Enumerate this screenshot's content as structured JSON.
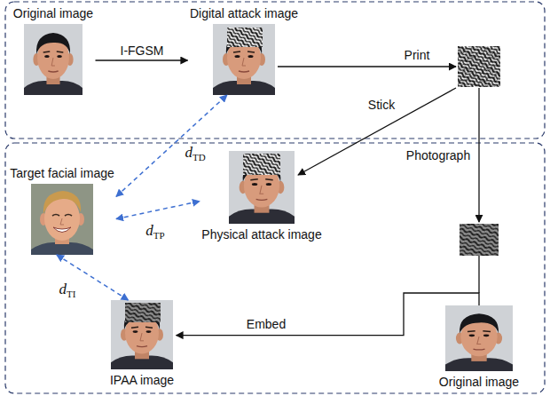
{
  "diagram": {
    "nodes": [
      {
        "text": [
          "Original image"
        ]
      },
      {
        "text": [
          "Digital attack image"
        ]
      },
      {
        "text": [
          "Target facial image"
        ]
      },
      {
        "text": [
          "Physical attack image"
        ]
      },
      {
        "text": [
          "IPAA image"
        ]
      },
      {
        "text": [
          "Original image"
        ]
      }
    ],
    "edges": [
      {
        "from": 0,
        "to": 1,
        "arrow": "to",
        "label": "I-FGSM"
      },
      {
        "from": 2,
        "to": 1,
        "arrow": "both",
        "label": "dTD"
      },
      {
        "from": 2,
        "to": 3,
        "arrow": "both",
        "label": "dTP"
      },
      {
        "from": 2,
        "to": 4,
        "arrow": "both",
        "label": "dTI"
      },
      {
        "from": 5,
        "to": 4,
        "arrow": "to",
        "label": "Embed"
      }
    ],
    "labels": [
      "Print",
      "Stick",
      "Photograph"
    ]
  }
}
